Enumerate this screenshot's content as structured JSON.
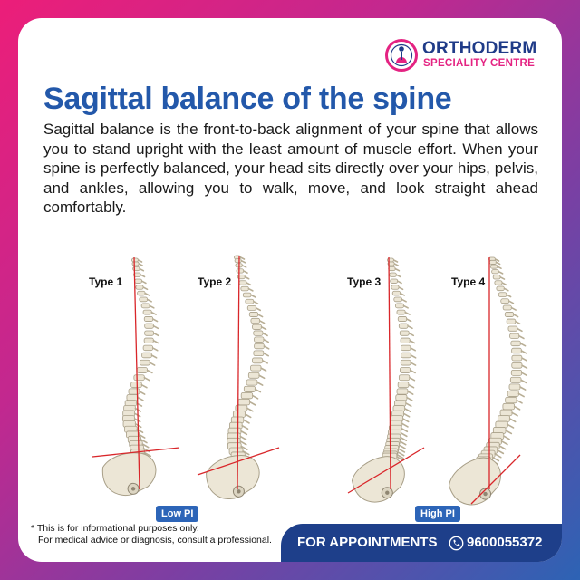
{
  "brand": {
    "name": "ORTHODERM",
    "subtitle": "SPECIALITY CENTRE",
    "colors": {
      "blue": "#1f3b88",
      "pink": "#e42382",
      "title_blue": "#2358aa"
    }
  },
  "title": "Sagittal balance of the spine",
  "description": "Sagittal balance is the front-to-back alignment of your spine that allows you to stand upright with the least amount of muscle effort. When your spine is perfectly balanced, your head sits directly over your hips, pelvis, and ankles, allowing you to walk, move, and look straight ahead comfortably.",
  "spine_types": [
    {
      "label": "Type 1"
    },
    {
      "label": "Type 2"
    },
    {
      "label": "Type 3"
    },
    {
      "label": "Type 4"
    }
  ],
  "pi_labels": {
    "low": "Low PI",
    "high": "High PI"
  },
  "disclaimer": {
    "line1": "* This is for informational purposes only.",
    "line2": "For medical advice or diagnosis, consult a professional."
  },
  "appointments": {
    "label": "FOR APPOINTMENTS",
    "phone": "9600055372"
  }
}
